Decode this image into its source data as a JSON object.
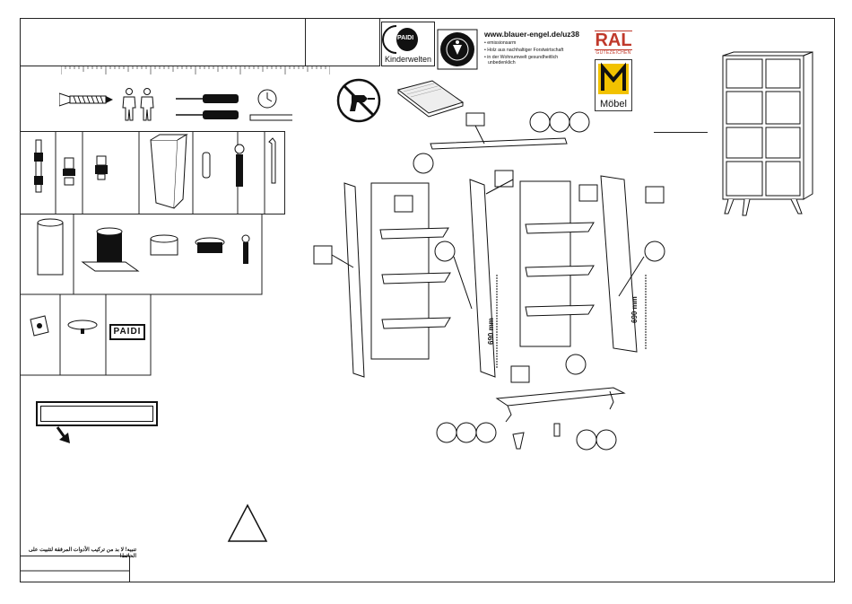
{
  "header": {
    "brand_logo": "PAIDI",
    "brand_caption": "Kinderwelten",
    "eco_label": {
      "url": "www.blauer-engel.de/uz38",
      "bullets": [
        "emissionsarm",
        "Holz aus nachhaltiger Forstwirtschaft",
        "in der Wohnumwelt gesundheitlich",
        "unbedenklich"
      ]
    },
    "ral_mark": {
      "title": "RAL",
      "subtitle": "GÜTEZEICHEN"
    },
    "moebel_mark": {
      "label": "Möbel"
    }
  },
  "assembly": {
    "dimension_left": "690 mm",
    "dimension_right": "690 mm"
  },
  "parts": {
    "brand_tag": "PAIDI"
  },
  "footer": {
    "wall_warning": "تنبيه! لا بد من تركيب الأدوات المرفقة لتثبيت على الحائط!"
  },
  "colors": {
    "ral_red": "#c0392b",
    "moebel_yellow": "#f2c200",
    "ink": "#111111"
  }
}
